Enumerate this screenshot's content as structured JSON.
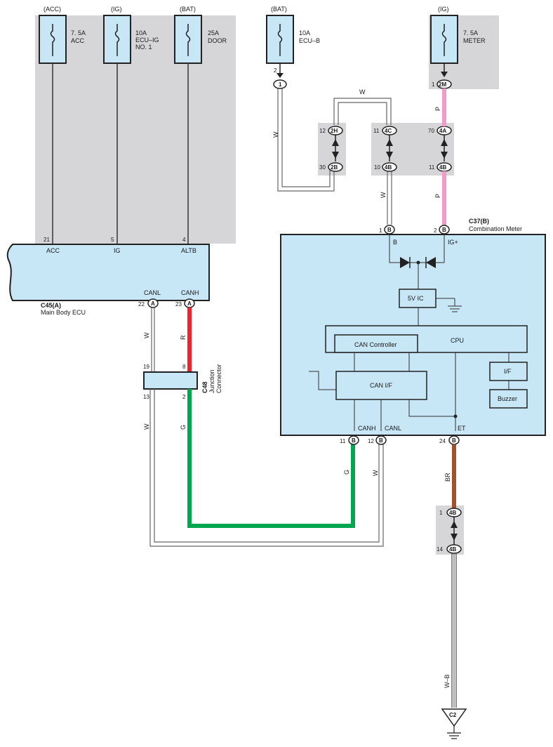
{
  "fuses": [
    {
      "power": "(ACC)",
      "rating": "7. 5A",
      "name": "ACC",
      "name2": ""
    },
    {
      "power": "(IG)",
      "rating": "10A",
      "name": "ECU–IG",
      "name2": "NO. 1"
    },
    {
      "power": "(BAT)",
      "rating": "25A",
      "name": "DOOR",
      "name2": ""
    },
    {
      "power": "(BAT)",
      "rating": "10A",
      "name": "ECU–B",
      "name2": ""
    },
    {
      "power": "(IG)",
      "rating": "7. 5A",
      "name": "METER",
      "name2": ""
    }
  ],
  "ecu": {
    "code": "C45(A)",
    "name": "Main Body ECU",
    "pins": [
      {
        "num": "21",
        "label": "ACC"
      },
      {
        "num": "5",
        "label": "IG"
      },
      {
        "num": "4",
        "label": "ALTB"
      },
      {
        "num": "22",
        "label": "CANL",
        "conn": "A"
      },
      {
        "num": "23",
        "label": "CANH",
        "conn": "A"
      }
    ]
  },
  "junction": {
    "code": "C48",
    "name1": "Junction",
    "name2": "Connector",
    "pins": [
      "19",
      "8",
      "13",
      "2"
    ]
  },
  "meter": {
    "code": "C37(B)",
    "name": "Combination Meter",
    "pins_top": [
      {
        "num": "1",
        "conn": "B",
        "label": "B"
      },
      {
        "num": "2",
        "conn": "B",
        "label": "IG+"
      }
    ],
    "pins_bottom": [
      {
        "num": "11",
        "conn": "B",
        "label": "CANH"
      },
      {
        "num": "12",
        "conn": "B",
        "label": "CANL"
      },
      {
        "num": "24",
        "conn": "B",
        "label": "ET"
      }
    ],
    "blocks": {
      "ic": "5V IC",
      "cpu": "CPU",
      "can_controller": "CAN Controller",
      "can_if": "CAN I/F",
      "if": "I/F",
      "buzzer": "Buzzer"
    }
  },
  "connectors": {
    "bat_pin": "2",
    "bat_conn": "1",
    "meter_fuse_pin": "1",
    "meter_fuse_conn": "2M",
    "j2h_top_pin": "12",
    "j2h_top": "2H",
    "j2b_bot_pin": "30",
    "j2b_bot": "2B",
    "j4c_top_pin": "11",
    "j4c_top": "4C",
    "j4b_bot_pin": "10",
    "j4b_bot": "4B",
    "j4a_top_pin": "70",
    "j4a_top": "4A",
    "j4b2_bot_pin": "11",
    "j4b2_bot": "4B",
    "ground_top_pin": "1",
    "ground_top": "4B",
    "ground_bot_pin": "14",
    "ground_bot": "4B",
    "ground": "C2"
  },
  "wires": {
    "w": "W",
    "p": "P",
    "r": "R",
    "g": "G",
    "br": "BR",
    "wb": "W–B"
  },
  "colors": {
    "gray_bg": "#d6d6d8",
    "blue_box": "#c7e6f6",
    "red": "#ee2330",
    "green": "#00a650",
    "pink": "#f49ac9",
    "brown": "#a0522d"
  }
}
